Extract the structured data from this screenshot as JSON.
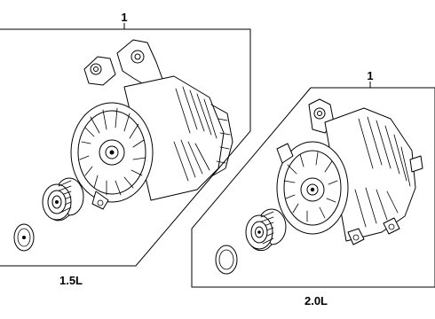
{
  "panels": [
    {
      "callout": "1",
      "engine_label": "1.5L",
      "part": "alternator"
    },
    {
      "callout": "1",
      "engine_label": "2.0L",
      "part": "alternator"
    }
  ],
  "icons": [
    "alternator-icon",
    "pulley-icon",
    "cap-icon"
  ]
}
